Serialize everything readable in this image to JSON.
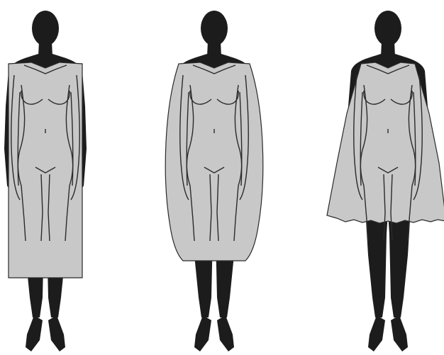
{
  "figures": [
    {
      "silhouette": "rectangle",
      "garment_color": "#c8c8c8"
    },
    {
      "silhouette": "cocoon",
      "garment_color": "#c8c8c8"
    },
    {
      "silhouette": "trapeze",
      "garment_color": "#c8c8c8"
    }
  ],
  "colors": {
    "body": "#1c1c1c",
    "garment": "#c8c8c8",
    "outline": "#2a2a2a",
    "background": "#ffffff"
  }
}
